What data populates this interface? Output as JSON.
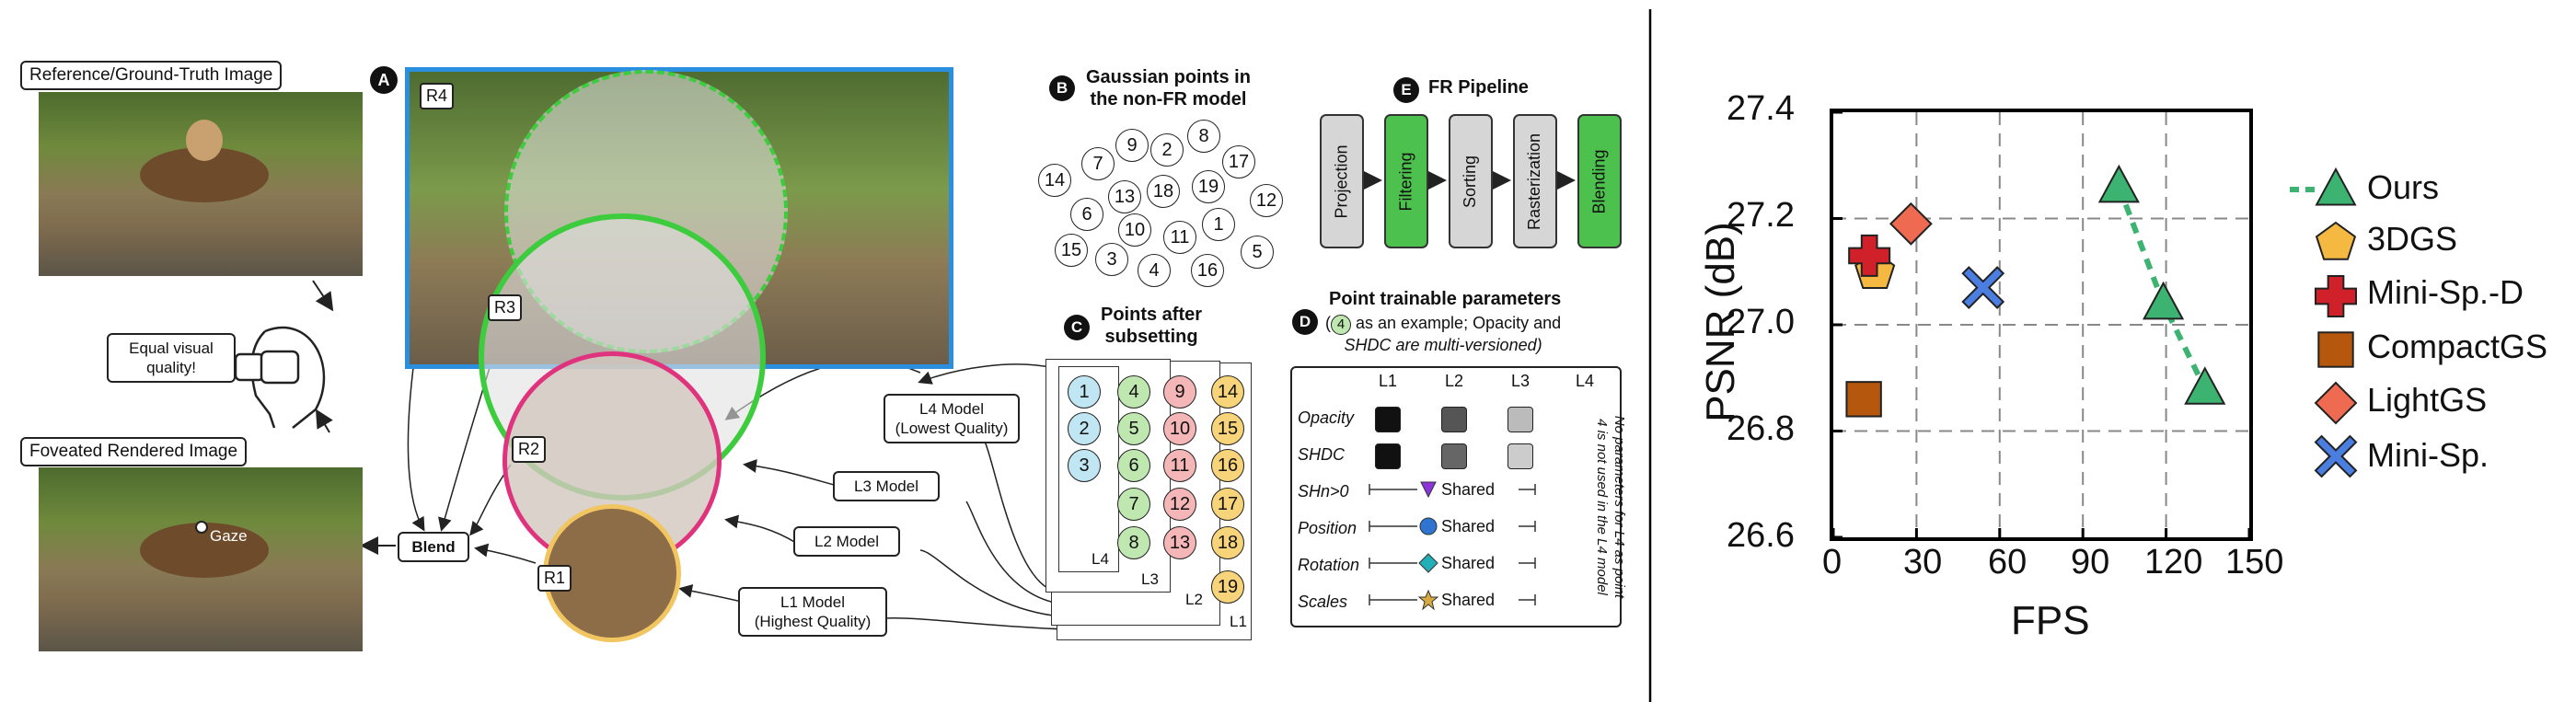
{
  "left_panel": {
    "reference_caption": "Reference/Ground-Truth Image",
    "foveated_caption": "Foveated Rendered Image",
    "equal_quality": "Equal visual quality!",
    "gaze_label": "Gaze",
    "blend_label": "Blend"
  },
  "panel_a": {
    "badge": "A",
    "regions": [
      "R4",
      "R3",
      "R2",
      "R1"
    ],
    "models": [
      {
        "l1": "L4 Model",
        "l2": "(Lowest Quality)"
      },
      {
        "l1": "L3 Model",
        "l2": ""
      },
      {
        "l1": "L2 Model",
        "l2": ""
      },
      {
        "l1": "L1 Model",
        "l2": "(Highest Quality)"
      }
    ]
  },
  "panel_b": {
    "badge": "B",
    "title1": "Gaussian points in",
    "title2": "the non-FR model",
    "points": [
      "8",
      "9",
      "2",
      "17",
      "7",
      "14",
      "13",
      "18",
      "19",
      "12",
      "6",
      "10",
      "11",
      "1",
      "15",
      "3",
      "4",
      "16",
      "5"
    ]
  },
  "panel_c": {
    "badge": "C",
    "title1": "Points after",
    "title2": "subsetting",
    "columns": [
      [
        "1",
        "2",
        "3"
      ],
      [
        "4",
        "5",
        "6",
        "7",
        "8"
      ],
      [
        "9",
        "10",
        "11",
        "12",
        "13"
      ],
      [
        "14",
        "15",
        "16",
        "17",
        "18",
        "19"
      ]
    ],
    "level_labels": [
      "L4",
      "L3",
      "L2",
      "L1"
    ]
  },
  "panel_d": {
    "badge": "D",
    "title": "Point trainable parameters",
    "subtitle_pre": "(",
    "subtitle_num": "4",
    "subtitle_post": " as an example; Opacity and",
    "subtitle_line2": "SHDC are multi-versioned)",
    "col_headers": [
      "L1",
      "L2",
      "L3",
      "L4"
    ],
    "rows": [
      "Opacity",
      "SHDC",
      "SHn>0",
      "Position",
      "Rotation",
      "Scales"
    ],
    "shared_label": "Shared",
    "side_note1": "No parameters for L4 as point",
    "side_note2": "4 is not used in the L4 model"
  },
  "panel_e": {
    "badge": "E",
    "title": "FR Pipeline",
    "stages": [
      "Projection",
      "Filtering",
      "Sorting",
      "Rasterization",
      "Blending"
    ]
  },
  "chart_data": {
    "type": "scatter",
    "xlabel": "FPS",
    "ylabel": "PSNR (dB)",
    "xlim": [
      0,
      150
    ],
    "ylim": [
      26.6,
      27.4
    ],
    "xticks": [
      "0",
      "30",
      "60",
      "90",
      "120",
      "150"
    ],
    "yticks": [
      "27.4",
      "27.2",
      "27.0",
      "26.8",
      "26.6"
    ],
    "grid": true,
    "legend_position": "right",
    "series": [
      {
        "name": "Ours",
        "marker": "triangle",
        "color": "#3cb371",
        "line": "dashed",
        "points": [
          [
            103,
            27.26
          ],
          [
            119,
            27.04
          ],
          [
            134,
            26.88
          ]
        ]
      },
      {
        "name": "3DGS",
        "marker": "pentagon",
        "color": "#f5b942",
        "points": [
          [
            15,
            27.1
          ]
        ]
      },
      {
        "name": "Mini-Sp.-D",
        "marker": "plus",
        "color": "#d0212a",
        "points": [
          [
            13,
            27.13
          ]
        ]
      },
      {
        "name": "CompactGS",
        "marker": "square",
        "color": "#b5570c",
        "points": [
          [
            11,
            26.86
          ]
        ]
      },
      {
        "name": "LightGS",
        "marker": "diamond",
        "color": "#ee6a50",
        "points": [
          [
            28,
            27.19
          ]
        ]
      },
      {
        "name": "Mini-Sp.",
        "marker": "x",
        "color": "#4a7ee0",
        "points": [
          [
            54,
            27.07
          ]
        ]
      }
    ]
  }
}
